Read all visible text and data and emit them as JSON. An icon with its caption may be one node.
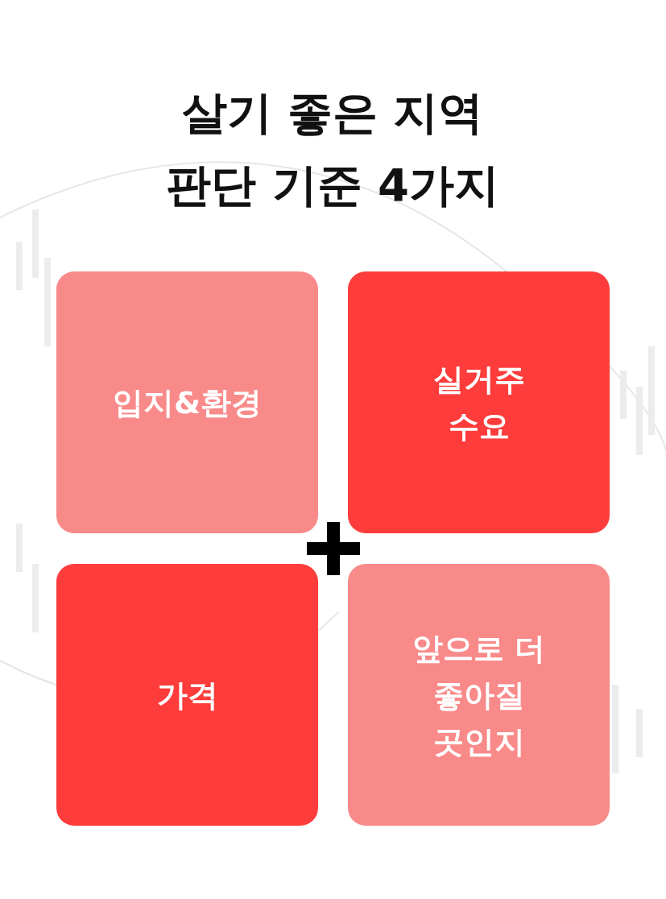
{
  "diagram": {
    "title": "살기 좋은 지역 판단 기준 4가지",
    "nodes": [
      {
        "text": [
          "입지&환경"
        ]
      },
      {
        "text": [
          "실거주 수요"
        ]
      },
      {
        "text": [
          "가격"
        ]
      },
      {
        "text": [
          "앞으로 더 좋아질 곳인지"
        ]
      }
    ]
  }
}
